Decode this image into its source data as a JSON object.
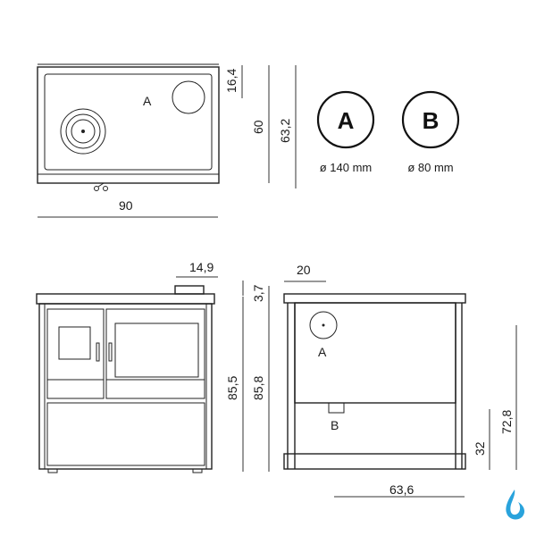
{
  "top_view": {
    "label_a": "A",
    "dim_width": "90",
    "dim_depth": "60",
    "dim_depth_total": "63,2",
    "dim_back": "16,4"
  },
  "legend": {
    "a": {
      "letter": "A",
      "size": "ø 140 mm"
    },
    "b": {
      "letter": "B",
      "size": "ø 80 mm"
    }
  },
  "front_view": {
    "dim_flue": "14,9",
    "dim_top": "3,7",
    "dim_height": "85,5",
    "dim_height_total": "85,8"
  },
  "side_view": {
    "label_a": "A",
    "label_b": "B",
    "dim_flue_offset": "20",
    "dim_depth": "63,6",
    "dim_b_height": "32",
    "dim_a_height": "72,8"
  },
  "logo_icon": "water-drop-logo-icon"
}
